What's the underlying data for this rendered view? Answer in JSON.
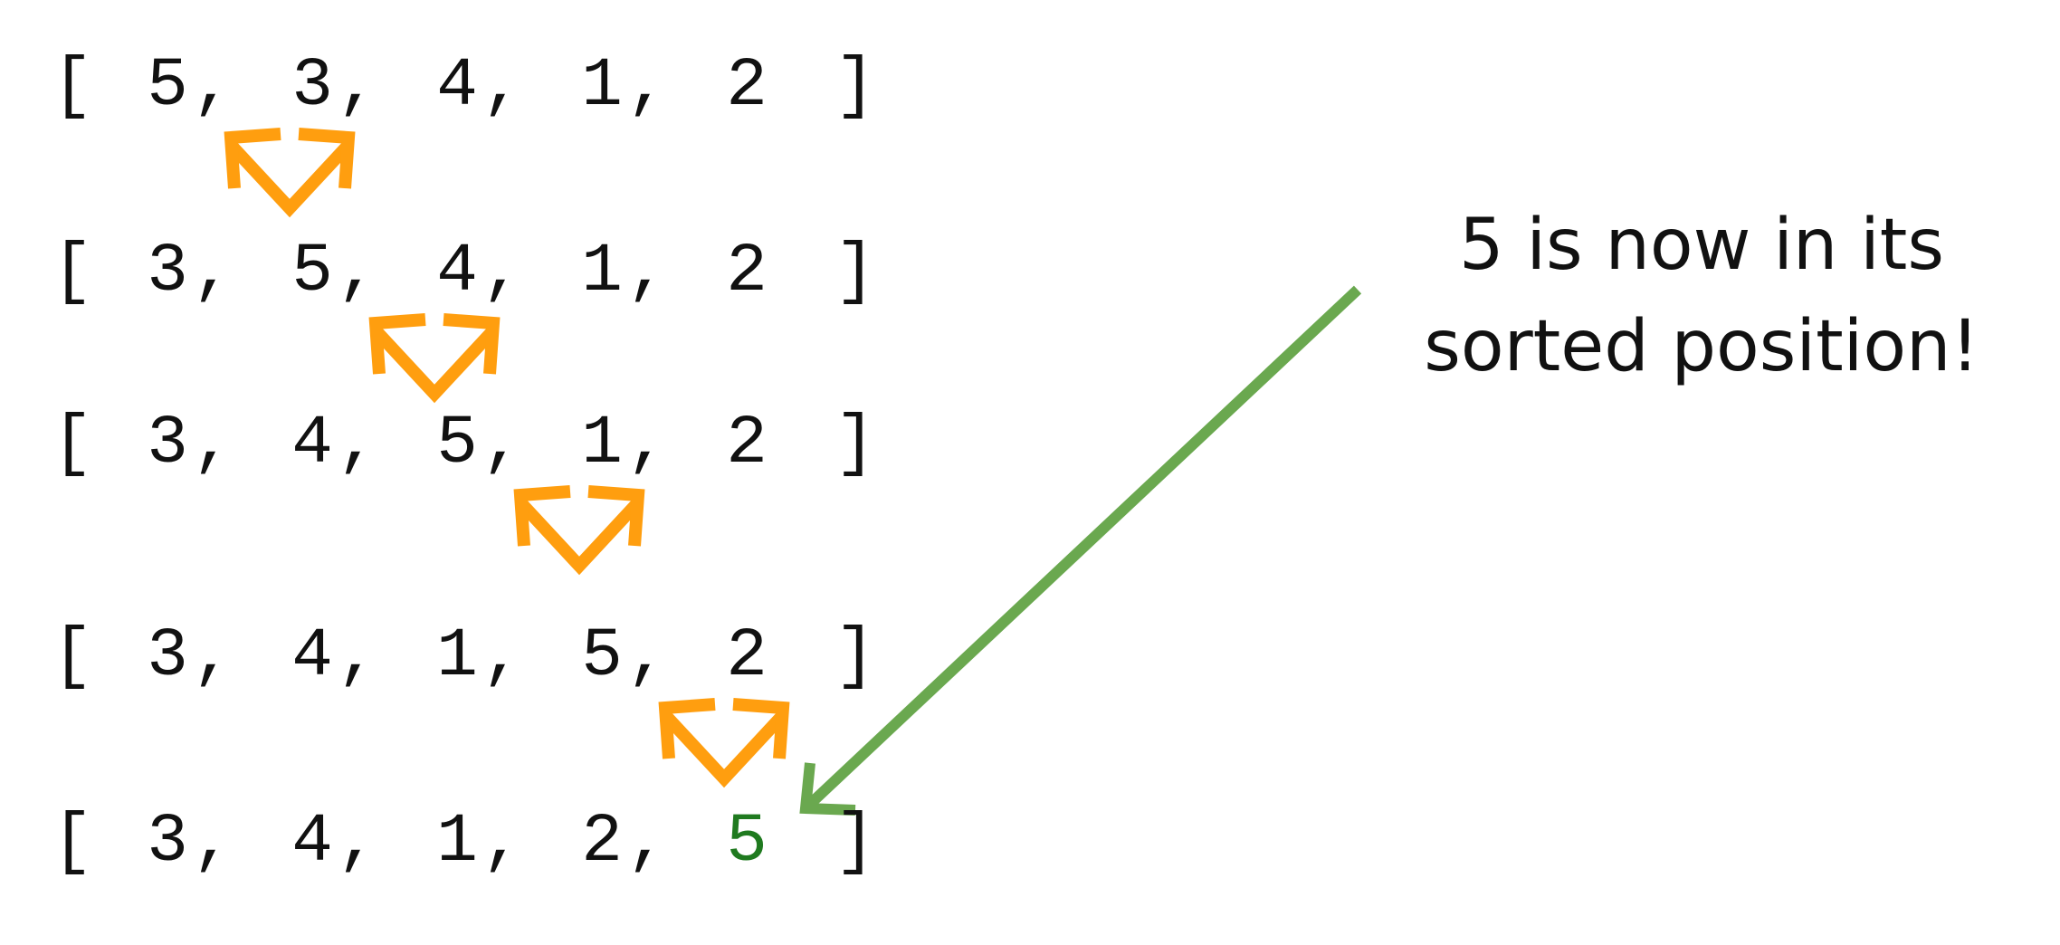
{
  "rows": [
    {
      "open": "[",
      "close": "]",
      "items": [
        "5",
        "3",
        "4",
        "1",
        "2"
      ],
      "swap": [
        0,
        1
      ],
      "highlight": -1
    },
    {
      "open": "[",
      "close": "]",
      "items": [
        "3",
        "5",
        "4",
        "1",
        "2"
      ],
      "swap": [
        1,
        2
      ],
      "highlight": -1
    },
    {
      "open": "[",
      "close": "]",
      "items": [
        "3",
        "4",
        "5",
        "1",
        "2"
      ],
      "swap": [
        2,
        3
      ],
      "highlight": -1
    },
    {
      "open": "[",
      "close": "]",
      "items": [
        "3",
        "4",
        "1",
        "5",
        "2"
      ],
      "swap": [
        3,
        4
      ],
      "highlight": -1
    },
    {
      "open": "[",
      "close": "]",
      "items": [
        "3",
        "4",
        "1",
        "2",
        "5"
      ],
      "swap": null,
      "highlight": 4
    }
  ],
  "separator": ",",
  "annotation": {
    "line1": "5 is now in its",
    "line2": "sorted position!"
  },
  "colors": {
    "text": "#111111",
    "swap_arrow": "#FF9E0F",
    "pointer_arrow": "#6AA84F",
    "highlight_digit": "#1F7A1F"
  }
}
